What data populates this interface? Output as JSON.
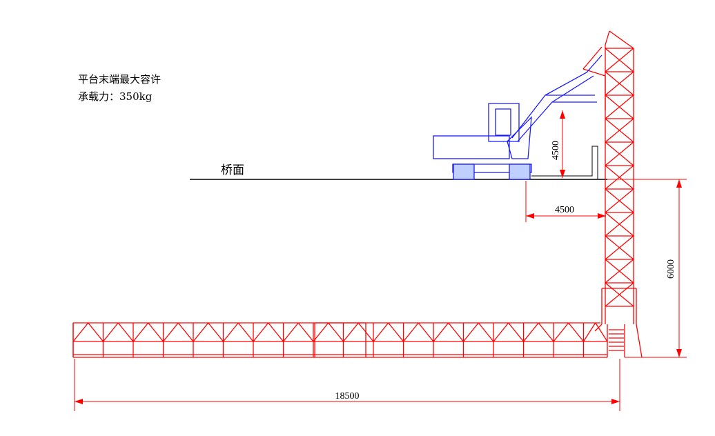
{
  "notes": {
    "line1": "平台末端最大容许",
    "line2": "承载力：350kg"
  },
  "labels": {
    "bridge_deck": "桥面"
  },
  "dimensions": {
    "vertical_reach": "4500",
    "horizontal_reach": "4500",
    "depth": "6000",
    "total_length": "18500"
  },
  "colors": {
    "truss": "#ff0000",
    "vehicle": "#1a1aff",
    "line": "#000000"
  }
}
